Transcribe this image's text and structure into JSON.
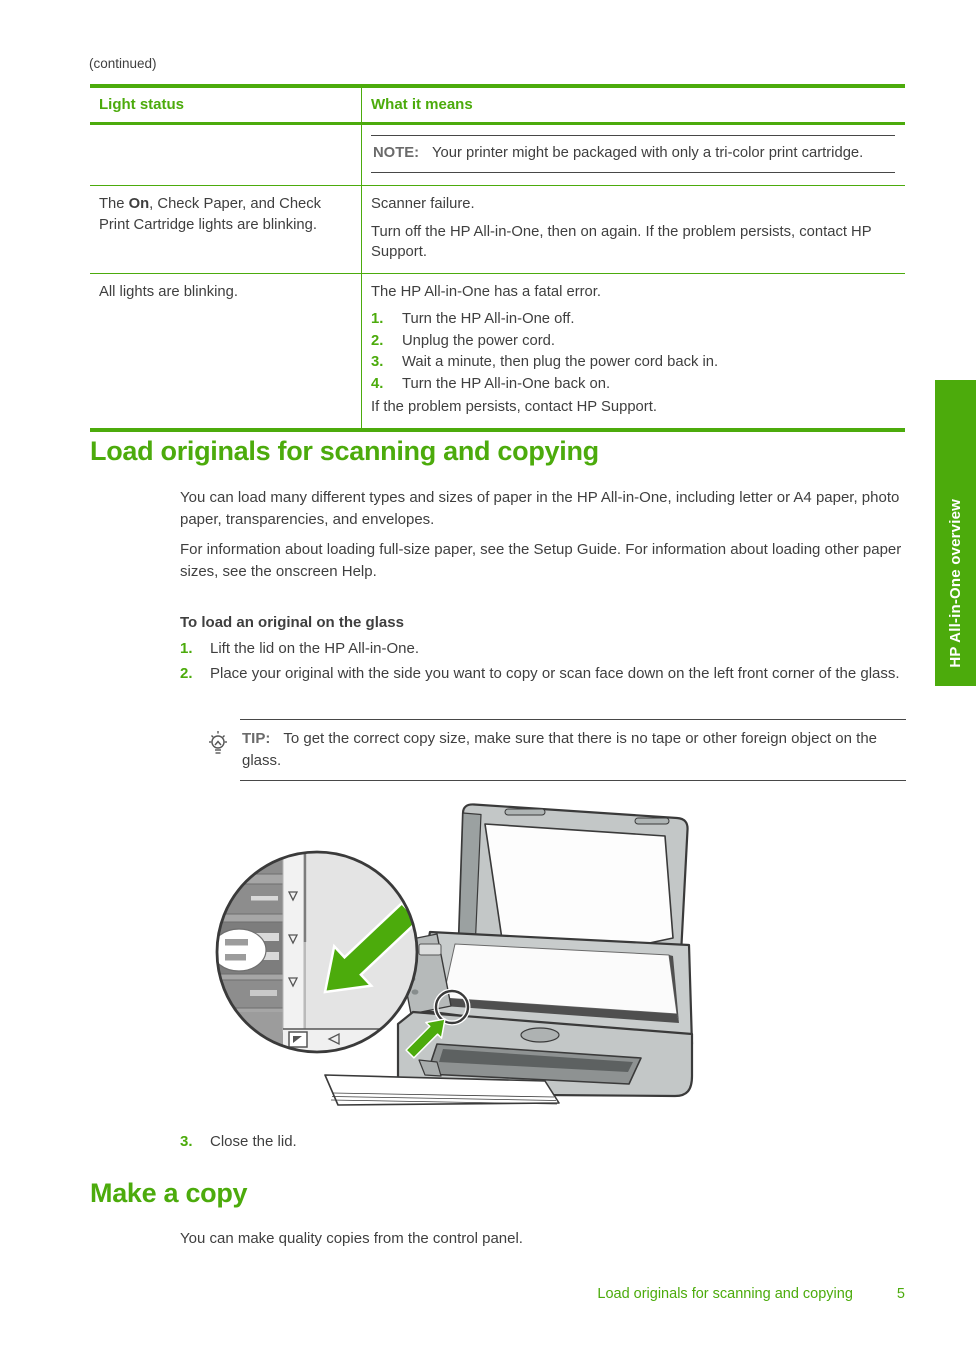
{
  "colors": {
    "accent_green": "#4cab0c",
    "text": "#3f3f3f",
    "muted_label": "#6a6a6a"
  },
  "continued_label": "(continued)",
  "table": {
    "headers": [
      "Light status",
      "What it means"
    ],
    "row_note": {
      "label": "NOTE:",
      "text": "Your printer might be packaged with only a tri-color print cartridge."
    },
    "row_scanner": {
      "left_pre": "The ",
      "left_bold": "On",
      "left_post": ", Check Paper, and Check Print Cartridge lights are blinking.",
      "right_line1": "Scanner failure.",
      "right_line2": "Turn off the HP All-in-One, then on again. If the problem persists, contact HP Support."
    },
    "row_fatal": {
      "left": "All lights are blinking.",
      "right_intro": "The HP All-in-One has a fatal error.",
      "steps": [
        {
          "num": "1.",
          "text": "Turn the HP All-in-One off."
        },
        {
          "num": "2.",
          "text": "Unplug the power cord."
        },
        {
          "num": "3.",
          "text": "Wait a minute, then plug the power cord back in."
        },
        {
          "num": "4.",
          "text": "Turn the HP All-in-One back on."
        }
      ],
      "right_outro": "If the problem persists, contact HP Support."
    }
  },
  "load_section": {
    "title": "Load originals for scanning and copying",
    "para1": "You can load many different types and sizes of paper in the HP All-in-One, including letter or A4 paper, photo paper, transparencies, and envelopes.",
    "para2": "For information about loading full-size paper, see the Setup Guide. For information about loading other paper sizes, see the onscreen Help.",
    "procedure_title": "To load an original on the glass",
    "steps": [
      {
        "num": "1.",
        "text": "Lift the lid on the HP All-in-One."
      },
      {
        "num": "2.",
        "text": "Place your original with the side you want to copy or scan face down on the left front corner of the glass."
      }
    ],
    "tip": {
      "label": "TIP:",
      "text": "To get the correct copy size, make sure that there is no tape or other foreign object on the glass."
    },
    "step3": {
      "num": "3.",
      "text": "Close the lid."
    }
  },
  "copy_section": {
    "title": "Make a copy",
    "para1": "You can make quality copies from the control panel."
  },
  "footer": {
    "text": "Load originals for scanning and copying",
    "page_number": "5"
  },
  "side_tab": {
    "label": "HP All-in-One overview"
  },
  "icons": {
    "tip_icon": "lightbulb-icon",
    "figure": "printer-load-original-illustration"
  }
}
